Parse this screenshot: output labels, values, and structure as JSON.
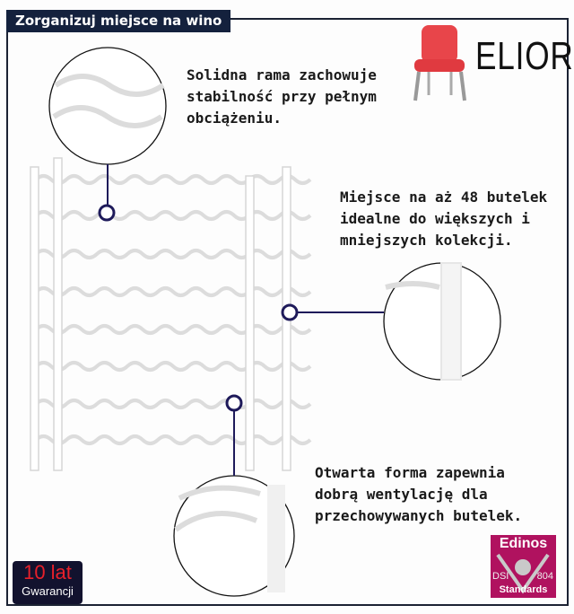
{
  "title": "Zorganizuj miejsce na wino",
  "brand": {
    "name": "ELIOR",
    "icon": "red-chair-icon"
  },
  "callouts": [
    {
      "lines": [
        "Solidna rama zachowuje",
        "stabilność  przy pełnym",
        "obciążeniu."
      ]
    },
    {
      "lines": [
        "Miejsce na aż 48 butelek",
        "idealne do większych i",
        "mniejszych kolekcji."
      ]
    },
    {
      "lines": [
        "Otwarta forma zapewnia",
        "dobrą wentylację dla",
        "przechowywanych butelek."
      ]
    }
  ],
  "warranty": {
    "years": "10 lat",
    "label": "Gwarancji"
  },
  "certificate": {
    "name": "Edinos",
    "left": "DSI",
    "right": "804",
    "label": "Standards"
  },
  "colors": {
    "title_bg": "#14213d",
    "dot": "#1e1a5a",
    "certificate": "#b0125f"
  }
}
